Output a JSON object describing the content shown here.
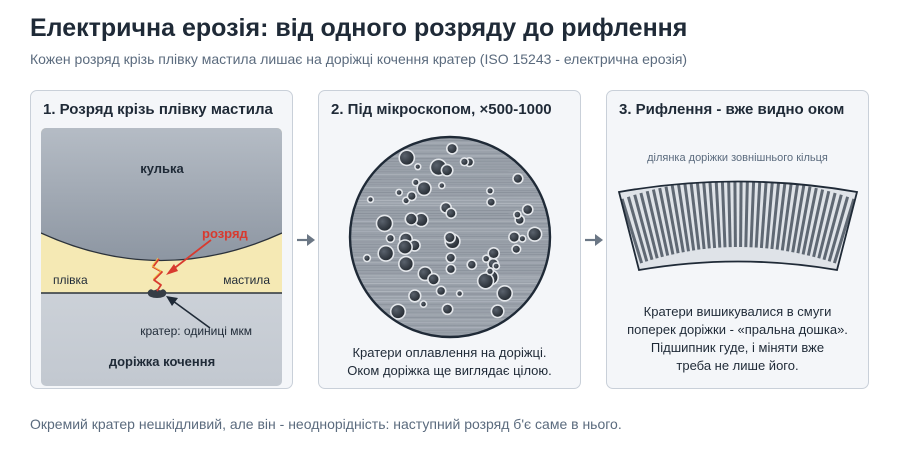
{
  "header": {
    "title": "Електрична ерозія: від одного розряду до рифлення",
    "subtitle": "Кожен розряд крізь плівку мастила лишає на доріжці кочення кратер (ISO 15243 - електрична ерозія)"
  },
  "panels": [
    {
      "title": "1. Розряд крізь плівку мастила",
      "labels": {
        "ball": "кулька",
        "discharge": "розряд",
        "film_left": "плівка",
        "film_right": "мастила",
        "crater": "кратер: одиниці мкм",
        "raceway": "доріжка кочення"
      }
    },
    {
      "title": "2. Під мікроскопом, ×500-1000",
      "caption": [
        "Кратери оплавлення на доріжці.",
        "Оком доріжка ще виглядає цілою."
      ]
    },
    {
      "title": "3. Рифлення - вже видно оком",
      "region_label": "ділянка доріжки зовнішнього кільця",
      "caption": [
        "Кратери вишикувалися в смуги",
        "поперек доріжки - «пральна дошка».",
        "Підшипник гуде, і міняти вже",
        "треба не лише його."
      ]
    }
  ],
  "footer": "Окремий кратер нешкідливий, але він - неоднорідність: наступний розряд б'є саме в нього.",
  "colors": {
    "accent_red": "#d83a2f",
    "film": "#f5e9b4",
    "ball": "#a5adb8",
    "raceway": "#cfd4da",
    "crater": "#353c45",
    "arrow": "#6b7785"
  }
}
